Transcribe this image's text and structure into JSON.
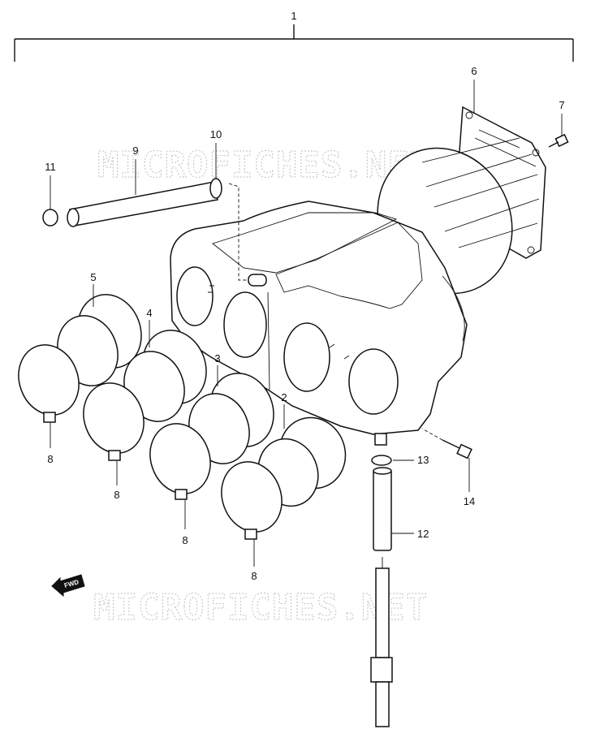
{
  "callouts": {
    "c1": "1",
    "c2": "2",
    "c3": "3",
    "c4": "4",
    "c5": "5",
    "c6": "6",
    "c7": "7",
    "c8a": "8",
    "c8b": "8",
    "c8c": "8",
    "c8d": "8",
    "c9": "9",
    "c10": "10",
    "c11": "11",
    "c12": "12",
    "c13": "13",
    "c14": "14"
  },
  "watermark": {
    "top": "MICROFICHES.NET",
    "bottom": "MICROFICHES.NET"
  },
  "direction_badge": "FWD",
  "colors": {
    "ink": "#111111",
    "watermark": "#c9c9c9",
    "paper": "#ffffff"
  },
  "icons": {
    "direction": "fwd-arrow-icon"
  }
}
